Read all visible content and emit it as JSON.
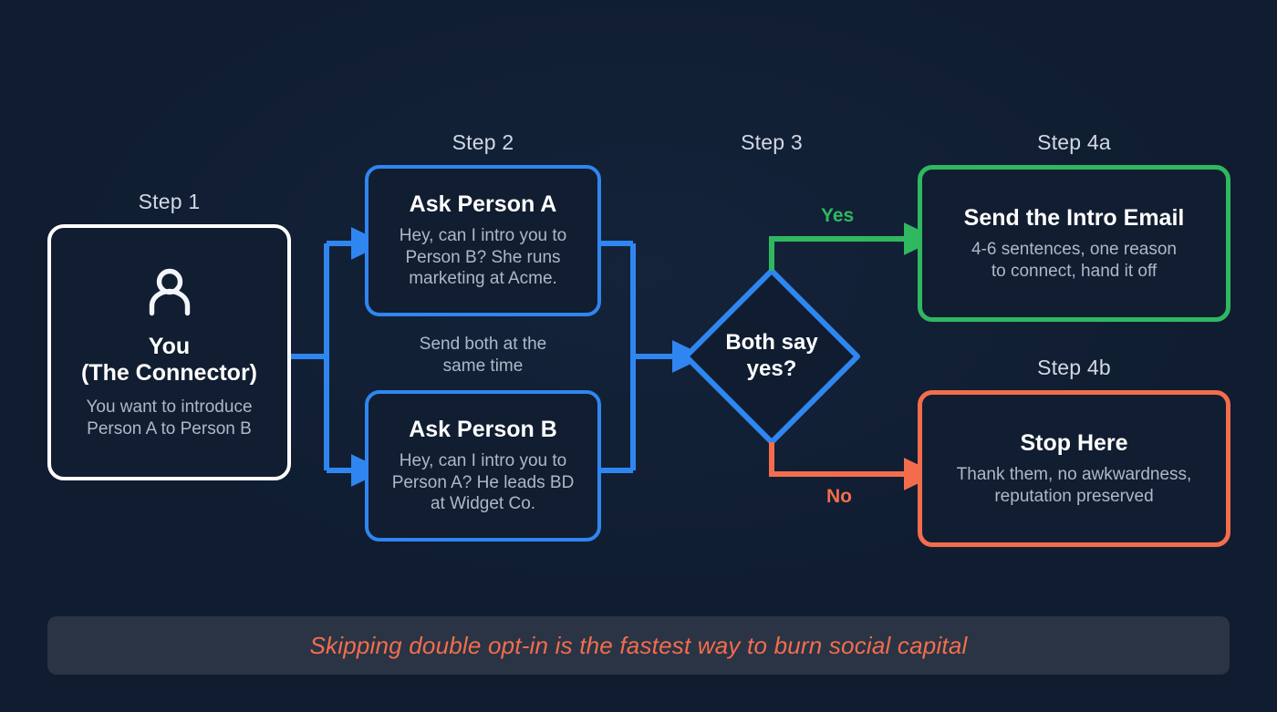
{
  "theme": {
    "background": "#101d31",
    "box_fill": "#111d30",
    "blue": "#2f86f0",
    "green": "#2fb85f",
    "orange": "#f36d4d",
    "white": "#ffffff",
    "muted_text": "#aeb8c8",
    "caption_text": "#d2d8e4",
    "banner_fill": "#2a3445"
  },
  "steps": {
    "step1": {
      "caption": "Step 1"
    },
    "step2": {
      "caption": "Step 2"
    },
    "step3": {
      "caption": "Step 3"
    },
    "step4a": {
      "caption": "Step 4a"
    },
    "step4b": {
      "caption": "Step 4b"
    }
  },
  "nodes": {
    "you": {
      "icon": "person-icon",
      "title_line1": "You",
      "title_line2": "(The Connector)",
      "desc_line1": "You want to introduce",
      "desc_line2": "Person A to Person B"
    },
    "ask_a": {
      "title": "Ask Person A",
      "desc_line1": "Hey, can I intro you to",
      "desc_line2": "Person B? She runs",
      "desc_line3": "marketing at Acme."
    },
    "ask_b": {
      "title": "Ask Person B",
      "desc_line1": "Hey, can I intro you to",
      "desc_line2": "Person A? He leads BD",
      "desc_line3": "at Widget Co."
    },
    "between_note": {
      "line1": "Send both at the",
      "line2": "same time"
    },
    "decision": {
      "text_line1": "Both say",
      "text_line2": "yes?"
    },
    "send_email": {
      "title": "Send the Intro Email",
      "desc_line1": "4-6 sentences, one reason",
      "desc_line2": "to connect, hand it off"
    },
    "stop_here": {
      "title": "Stop Here",
      "desc_line1": "Thank them, no awkwardness,",
      "desc_line2": "reputation preserved"
    }
  },
  "branches": {
    "yes_label": "Yes",
    "no_label": "No"
  },
  "footer": {
    "text": "Skipping double opt-in is the fastest way to burn social capital"
  }
}
